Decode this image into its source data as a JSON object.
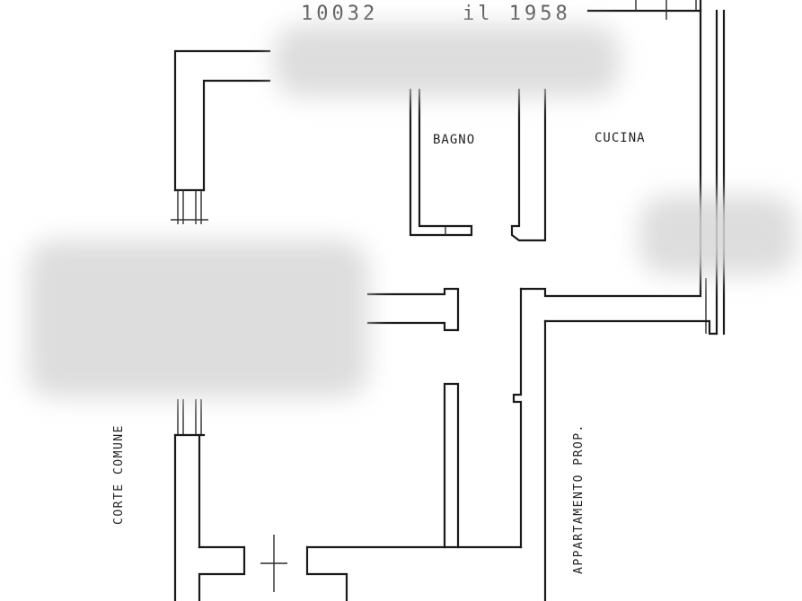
{
  "header": {
    "text_left": "10032",
    "text_right": "il 1958"
  },
  "rooms": {
    "bagno": "BAGNO",
    "cucina": "CUCINA"
  },
  "side_labels": {
    "corte_comune": "CORTE COMUNE",
    "appartamento": "APPARTAMENTO PROP."
  },
  "colors": {
    "line": "#1a1a1a",
    "background": "#ffffff",
    "redaction": "#d7d7d7"
  }
}
